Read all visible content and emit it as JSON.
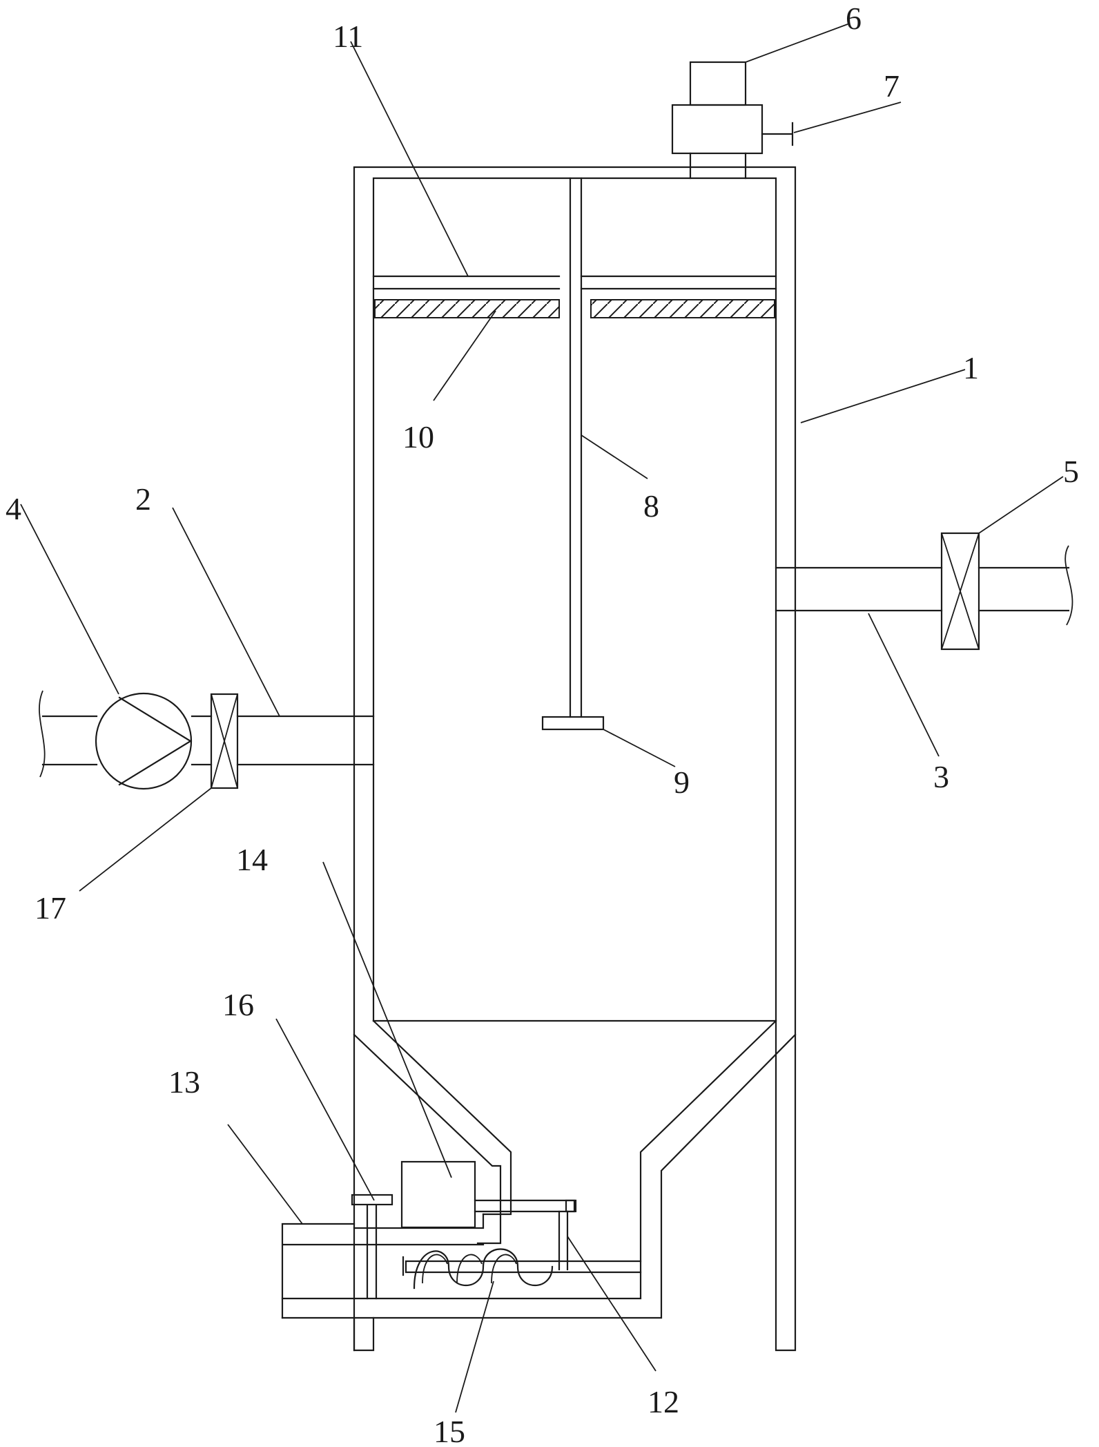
{
  "labels": {
    "l1": "1",
    "l2": "2",
    "l3": "3",
    "l4": "4",
    "l5": "5",
    "l6": "6",
    "l7": "7",
    "l8": "8",
    "l9": "9",
    "l10": "10",
    "l11": "11",
    "l12": "12",
    "l13": "13",
    "l14": "14",
    "l15": "15",
    "l16": "16",
    "l17": "17"
  },
  "colors": {
    "line": "#1a1a1a",
    "background": "#ffffff"
  }
}
